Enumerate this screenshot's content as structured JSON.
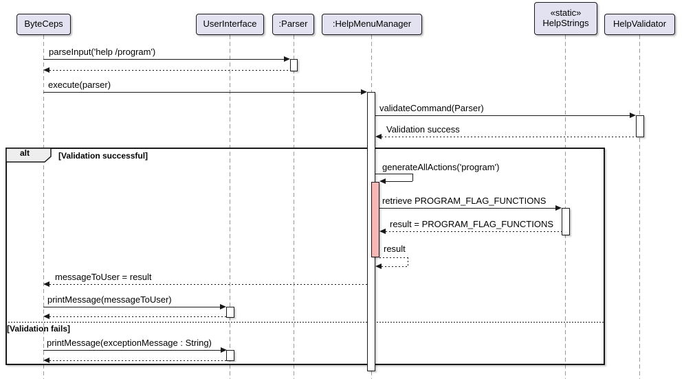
{
  "diagram": {
    "type": "uml-sequence-diagram",
    "participants": [
      {
        "name": "ByteCeps"
      },
      {
        "name": "UserInterface"
      },
      {
        "name": ":Parser"
      },
      {
        "name": ":HelpMenuManager"
      },
      {
        "name": "HelpStrings",
        "stereotype": "«static»"
      },
      {
        "name": "HelpValidator"
      }
    ],
    "messages": [
      {
        "label": "parseInput('help /program')",
        "from": "ByteCeps",
        "to": ":Parser",
        "kind": "sync-call"
      },
      {
        "label": "",
        "from": ":Parser",
        "to": "ByteCeps",
        "kind": "return"
      },
      {
        "label": "execute(parser)",
        "from": "ByteCeps",
        "to": ":HelpMenuManager",
        "kind": "sync-call"
      },
      {
        "label": "validateCommand(Parser)",
        "from": ":HelpMenuManager",
        "to": "HelpValidator",
        "kind": "sync-call"
      },
      {
        "label": "Validation success",
        "from": "HelpValidator",
        "to": ":HelpMenuManager",
        "kind": "return"
      },
      {
        "label": "generateAllActions('program')",
        "from": ":HelpMenuManager",
        "to": ":HelpMenuManager",
        "kind": "self-call"
      },
      {
        "label": "retrieve PROGRAM_FLAG_FUNCTIONS",
        "from": ":HelpMenuManager",
        "to": "HelpStrings",
        "kind": "sync-call"
      },
      {
        "label": "result = PROGRAM_FLAG_FUNCTIONS",
        "from": "HelpStrings",
        "to": ":HelpMenuManager",
        "kind": "return"
      },
      {
        "label": "result",
        "from": ":HelpMenuManager",
        "to": ":HelpMenuManager",
        "kind": "self-return"
      },
      {
        "label": "messageToUser = result",
        "from": ":HelpMenuManager",
        "to": "ByteCeps",
        "kind": "return"
      },
      {
        "label": "printMessage(messageToUser)",
        "from": "ByteCeps",
        "to": "UserInterface",
        "kind": "sync-call"
      },
      {
        "label": "",
        "from": "UserInterface",
        "to": "ByteCeps",
        "kind": "return"
      },
      {
        "label": "printMessage(exceptionMessage : String)",
        "from": "ByteCeps",
        "to": "UserInterface",
        "kind": "sync-call"
      },
      {
        "label": "",
        "from": "UserInterface",
        "to": "ByteCeps",
        "kind": "return"
      }
    ],
    "fragment": {
      "operator": "alt",
      "guards": [
        "[Validation successful]",
        "[Validation fails]"
      ]
    },
    "colors": {
      "participant_fill": "#E2E2F0",
      "participant_border": "#181818",
      "message_line": "#181818",
      "lifeline": "#9A9A9A",
      "activation_fill": "#FFFFFF",
      "nested_activation_fill": "#F8B7B7",
      "fragment_operator_fill": "#EEEEEE",
      "background": "#FFFFFF"
    }
  }
}
